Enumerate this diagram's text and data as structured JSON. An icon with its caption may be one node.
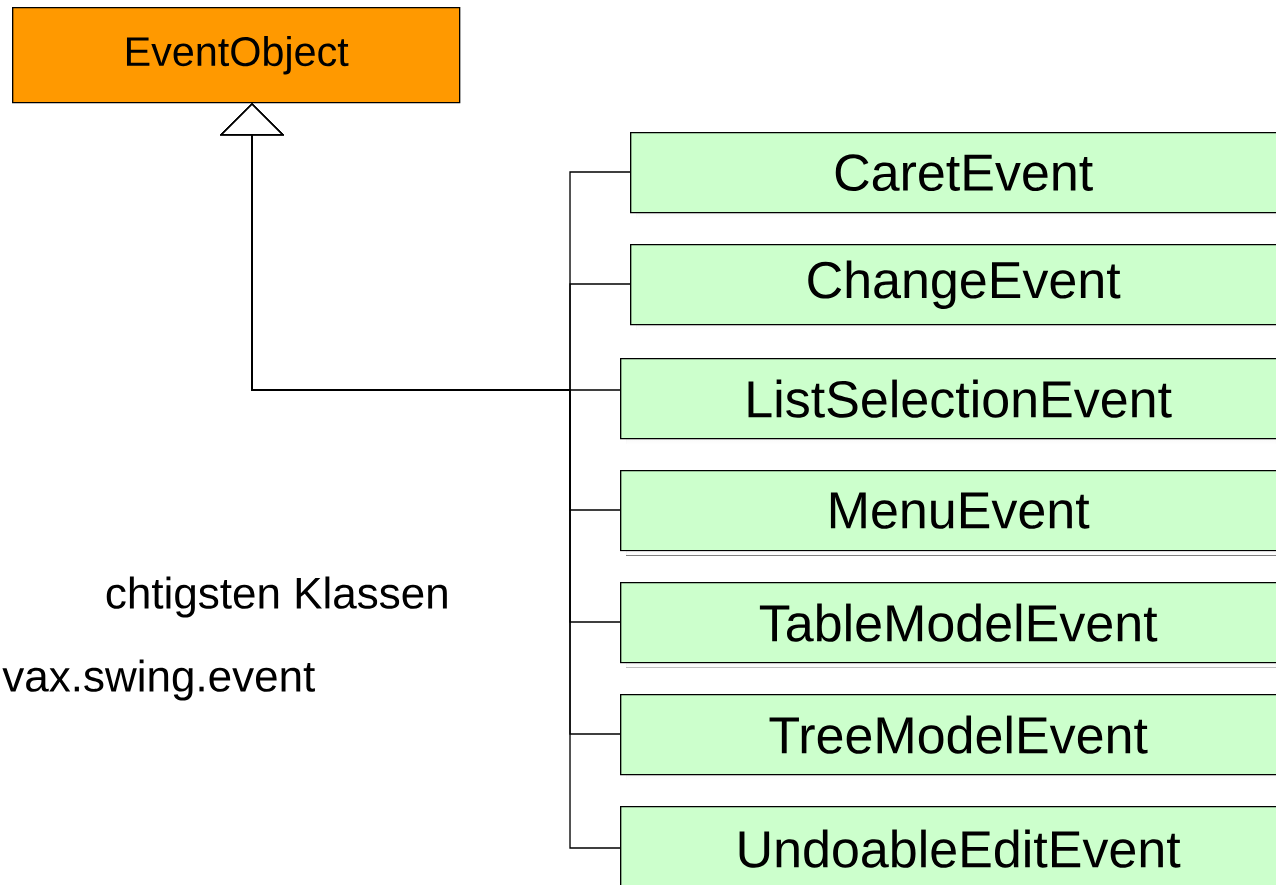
{
  "diagram": {
    "nodes": [
      {
        "text": [
          "EventObject"
        ]
      },
      {
        "text": [
          "CaretEvent"
        ]
      },
      {
        "text": [
          "ChangeEvent"
        ]
      },
      {
        "text": [
          "ListSelectionEvent"
        ]
      },
      {
        "text": [
          "MenuEvent"
        ]
      },
      {
        "text": [
          "TableModelEvent"
        ]
      },
      {
        "text": [
          "TreeModelEvent"
        ]
      },
      {
        "text": [
          "UndoableEditEvent"
        ]
      }
    ],
    "edges": [
      {
        "from": 1,
        "to": 0,
        "arrow": "to"
      },
      {
        "from": 2,
        "to": 0,
        "arrow": "to"
      },
      {
        "from": 3,
        "to": 0,
        "arrow": "to"
      },
      {
        "from": 4,
        "to": 0,
        "arrow": "to"
      },
      {
        "from": 5,
        "to": 0,
        "arrow": "to"
      },
      {
        "from": 6,
        "to": 0,
        "arrow": "to"
      },
      {
        "from": 7,
        "to": 0,
        "arrow": "to"
      }
    ],
    "labels": [
      "chtigsten Klassen",
      "vax.swing.event"
    ]
  }
}
